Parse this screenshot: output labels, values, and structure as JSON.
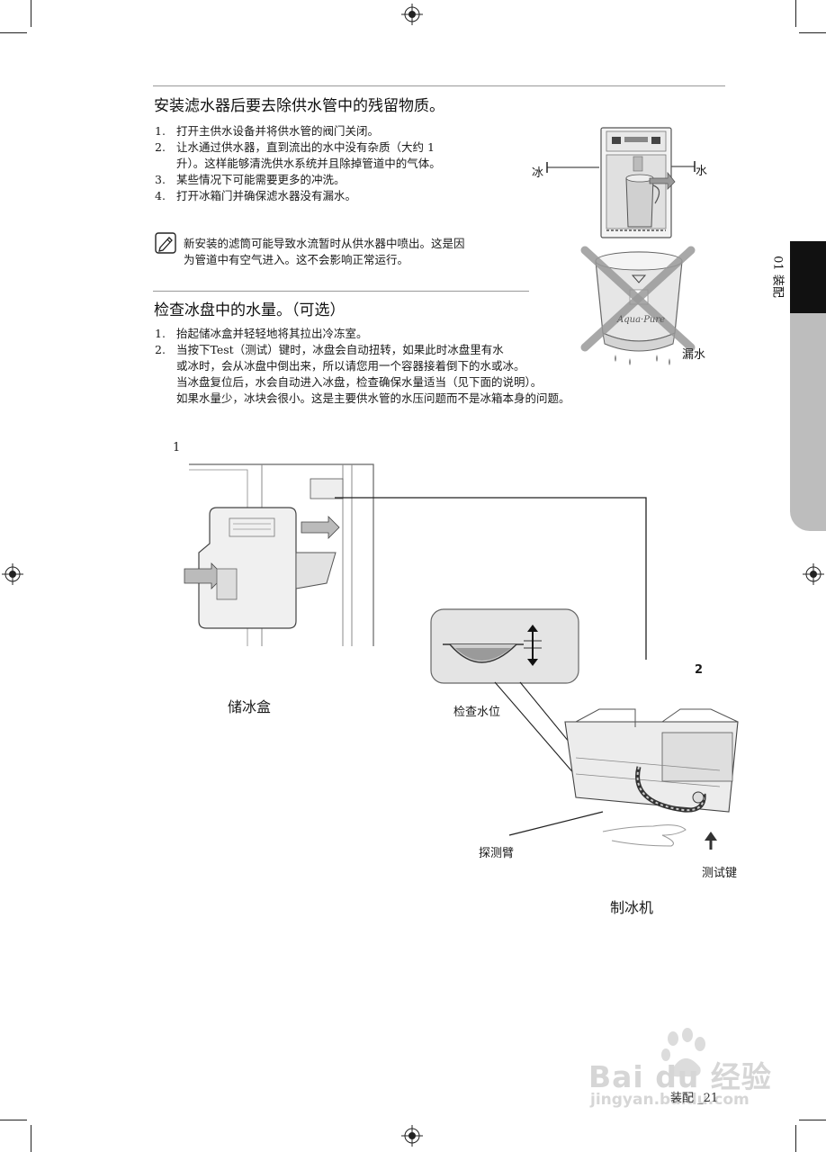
{
  "section1": {
    "title": "安装滤水器后要去除供水管中的残留物质。",
    "steps": [
      {
        "num": "1.",
        "text": "打开主供水设备并将供水管的阀门关闭。"
      },
      {
        "num": "2.",
        "text": "让水通过供水器，直到流出的水中没有杂质（大约 1"
      },
      {
        "num": "",
        "text": "升）。这样能够清洗供水系统并且除掉管道中的气体。"
      },
      {
        "num": "3.",
        "text": "某些情况下可能需要更多的冲洗。"
      },
      {
        "num": "4.",
        "text": "打开冰箱门并确保滤水器没有漏水。"
      }
    ],
    "note_lines": [
      "新安装的滤筒可能导致水流暂时从供水器中喷出。这是因",
      "为管道中有空气进入。这不会影响正常运行。"
    ]
  },
  "figure_top": {
    "label_ice": "冰",
    "label_water": "水",
    "label_leak": "漏水",
    "filter_logo": "Aqua·Pure"
  },
  "section2": {
    "title": "检查冰盘中的水量。（可选）",
    "steps": [
      {
        "num": "1.",
        "text": "抬起储冰盒并轻轻地将其拉出冷冻室。"
      },
      {
        "num": "2.",
        "text": "当按下Test（测试）键时，冰盘会自动扭转，如果此时冰盘里有水"
      }
    ],
    "step2_cont": [
      "或冰时，会从冰盘中倒出来，所以请您用一个容器接着倒下的水或冰。",
      "当冰盘复位后，水会自动进入冰盘，检查确保水量适当（见下面的说明）。",
      "如果水量少，冰块会很小。这是主要供水管的水压问题而不是冰箱本身的问题。"
    ]
  },
  "figure_bottom": {
    "fig1_num": "1",
    "fig2_num": "2",
    "caption_ice_bin": "储冰盒",
    "caption_check_level": "检查水位",
    "caption_probe_arm": "探测臂",
    "caption_test_key": "测试键",
    "caption_ice_maker": "制冰机"
  },
  "sidebar": {
    "chapter": "01 装配"
  },
  "footer": {
    "page_label": "装配 _21"
  },
  "watermark": {
    "brand": "Bai du 经验",
    "url": "jingyan.baidu.com"
  }
}
